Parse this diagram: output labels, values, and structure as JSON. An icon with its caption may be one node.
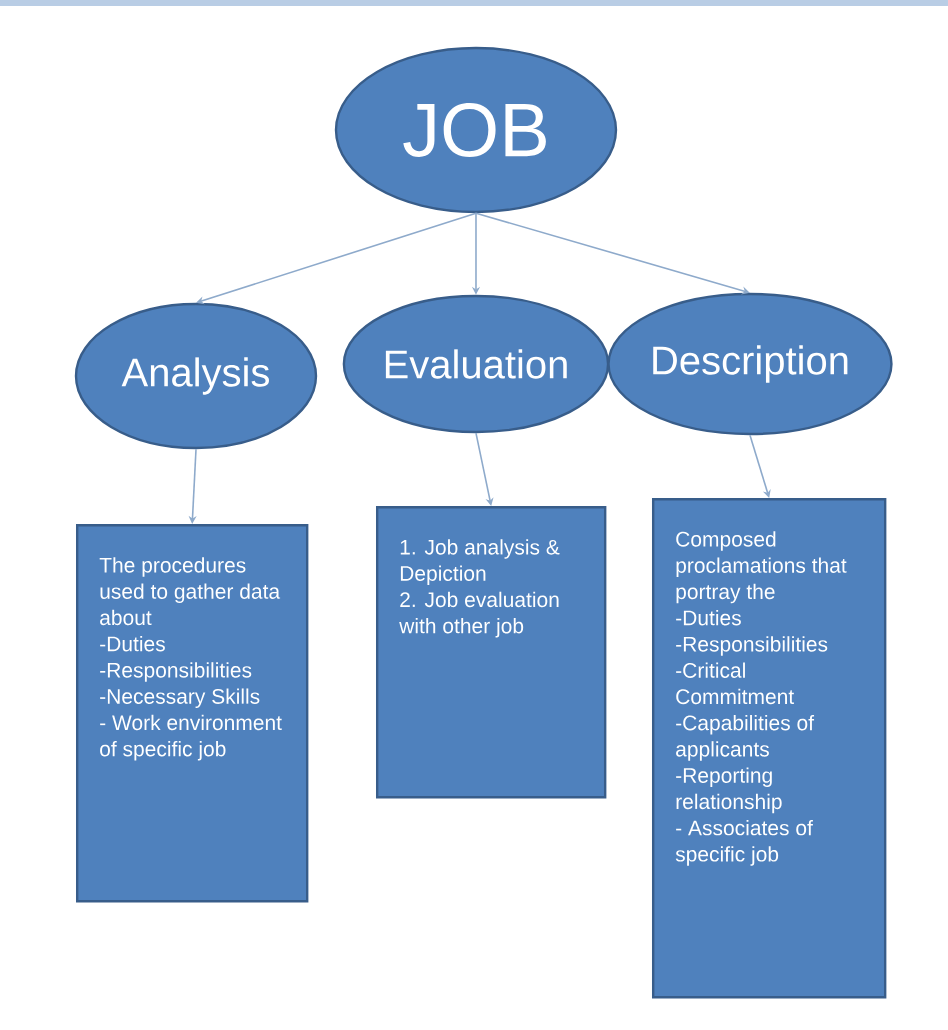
{
  "diagram": {
    "nodes": [
      {
        "text": [
          "JOB"
        ]
      },
      {
        "text": [
          "Analysis"
        ]
      },
      {
        "text": [
          "Evaluation"
        ]
      },
      {
        "text": [
          "Description"
        ]
      },
      {
        "text": [
          "The procedures used to gather data about",
          "-Duties",
          "-Responsibilities",
          "-Necessary Skills",
          "- Work environment of specific job"
        ]
      },
      {
        "text": [
          "1. Job analysis & Depiction",
          "2. Job evaluation with other job"
        ]
      },
      {
        "text": [
          "Composed proclamations that portray the",
          "-Duties",
          "-Responsibilities",
          "-Critical Commitment",
          "-Capabilities of applicants",
          "-Reporting relationship",
          "- Associates of specific job"
        ]
      }
    ],
    "edges": [
      {
        "from": 0,
        "to": 1,
        "arrow": "to"
      },
      {
        "from": 0,
        "to": 2,
        "arrow": "to"
      },
      {
        "from": 0,
        "to": 3,
        "arrow": "to"
      },
      {
        "from": 1,
        "to": 4,
        "arrow": "to"
      },
      {
        "from": 2,
        "to": 5,
        "arrow": "to"
      },
      {
        "from": 3,
        "to": 6,
        "arrow": "to"
      }
    ]
  }
}
